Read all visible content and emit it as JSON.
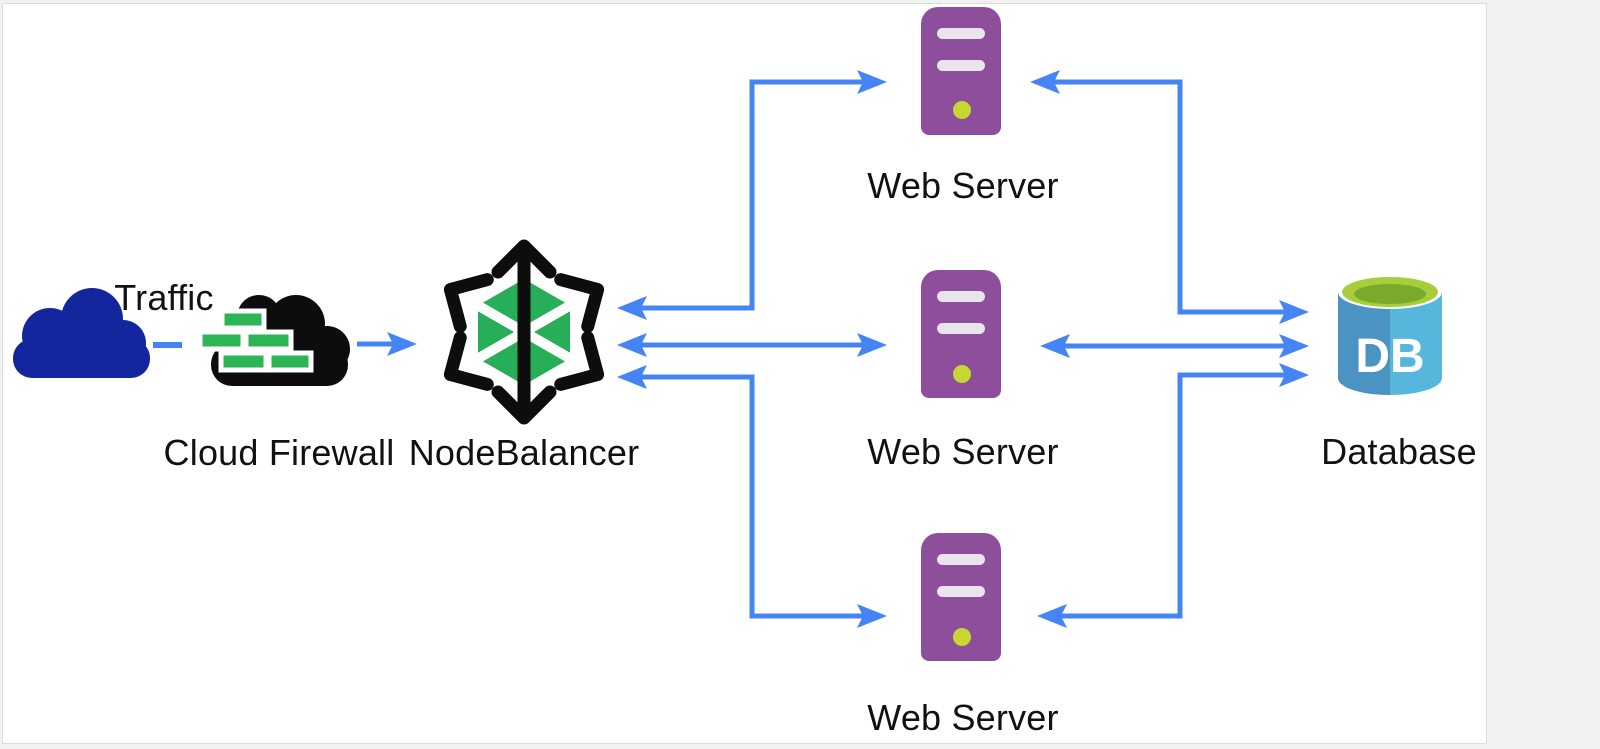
{
  "diagram": {
    "nodes": [
      {
        "id": "traffic",
        "label": "Traffic",
        "icon": "cloud-icon"
      },
      {
        "id": "cloud-firewall",
        "label": "Cloud Firewall",
        "icon": "firewall-cloud-icon"
      },
      {
        "id": "nodebalancer",
        "label": "NodeBalancer",
        "icon": "nodebalancer-hexagon-icon"
      },
      {
        "id": "web-server-1",
        "label": "Web Server",
        "icon": "server-tower-icon"
      },
      {
        "id": "web-server-2",
        "label": "Web Server",
        "icon": "server-tower-icon"
      },
      {
        "id": "web-server-3",
        "label": "Web Server",
        "icon": "server-tower-icon"
      },
      {
        "id": "database",
        "label": "Database",
        "icon": "database-cylinder-icon",
        "badge": "DB"
      }
    ],
    "edges": [
      {
        "from": "traffic",
        "to": "cloud-firewall",
        "style": "dashed",
        "arrows": "none"
      },
      {
        "from": "cloud-firewall",
        "to": "nodebalancer",
        "style": "solid",
        "arrows": "to"
      },
      {
        "from": "nodebalancer",
        "to": "web-server-1",
        "style": "solid",
        "arrows": "both"
      },
      {
        "from": "nodebalancer",
        "to": "web-server-2",
        "style": "solid",
        "arrows": "both"
      },
      {
        "from": "nodebalancer",
        "to": "web-server-3",
        "style": "solid",
        "arrows": "both"
      },
      {
        "from": "web-server-1",
        "to": "database",
        "style": "solid",
        "arrows": "both"
      },
      {
        "from": "web-server-2",
        "to": "database",
        "style": "solid",
        "arrows": "both"
      },
      {
        "from": "web-server-3",
        "to": "database",
        "style": "solid",
        "arrows": "both"
      }
    ],
    "colors": {
      "edge_blue": "#4584f4",
      "traffic_cloud_navy": "#13269d",
      "firewall_cloud_black": "#0d0d0d",
      "brick_green": "#2cb457",
      "nodebalancer_green": "#27ae58",
      "server_purple": "#8d4f9c",
      "server_slot_gray": "#e9e4ed",
      "server_led_yellow_green": "#c7d631",
      "db_body_left": "#4a93c3",
      "db_body_right": "#57b6dc",
      "db_top_outer_lime": "#a5ce39",
      "db_top_inner_green": "#7aa92c",
      "canvas_background": "#ffffff",
      "outside_background": "#f1f1f1"
    }
  }
}
